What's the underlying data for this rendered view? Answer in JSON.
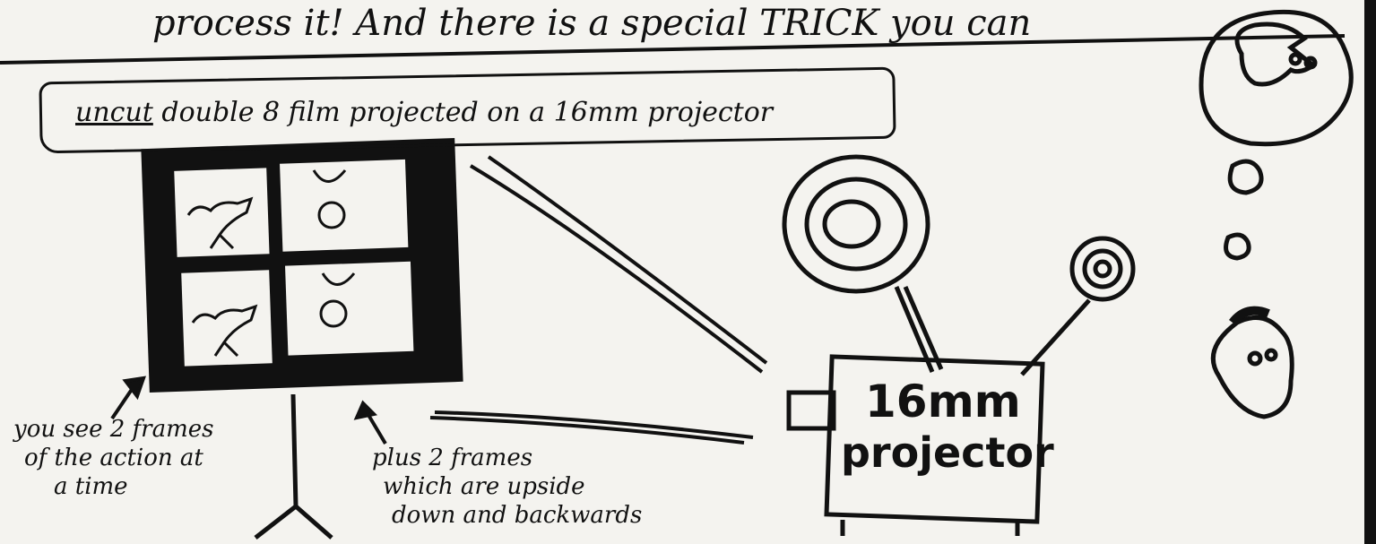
{
  "header": {
    "text": "process it! And there is a special TRICK you can"
  },
  "label_box": {
    "prefix": "uncut",
    "text": " double 8 film projected on a 16mm projector"
  },
  "projector": {
    "line1": "16mm",
    "line2": "projector"
  },
  "notes": {
    "left": [
      "you see 2 frames",
      "of the action at",
      "a time"
    ],
    "bottom": [
      "plus 2 frames",
      "which are upside",
      "down and backwards"
    ]
  },
  "colors": {
    "ink": "#111111",
    "paper": "#f4f3ef"
  },
  "icons": [
    "screen-icon",
    "dinosaur-icon",
    "creature-icon",
    "projector-icon",
    "face-icon",
    "thought-bubble-icon"
  ]
}
